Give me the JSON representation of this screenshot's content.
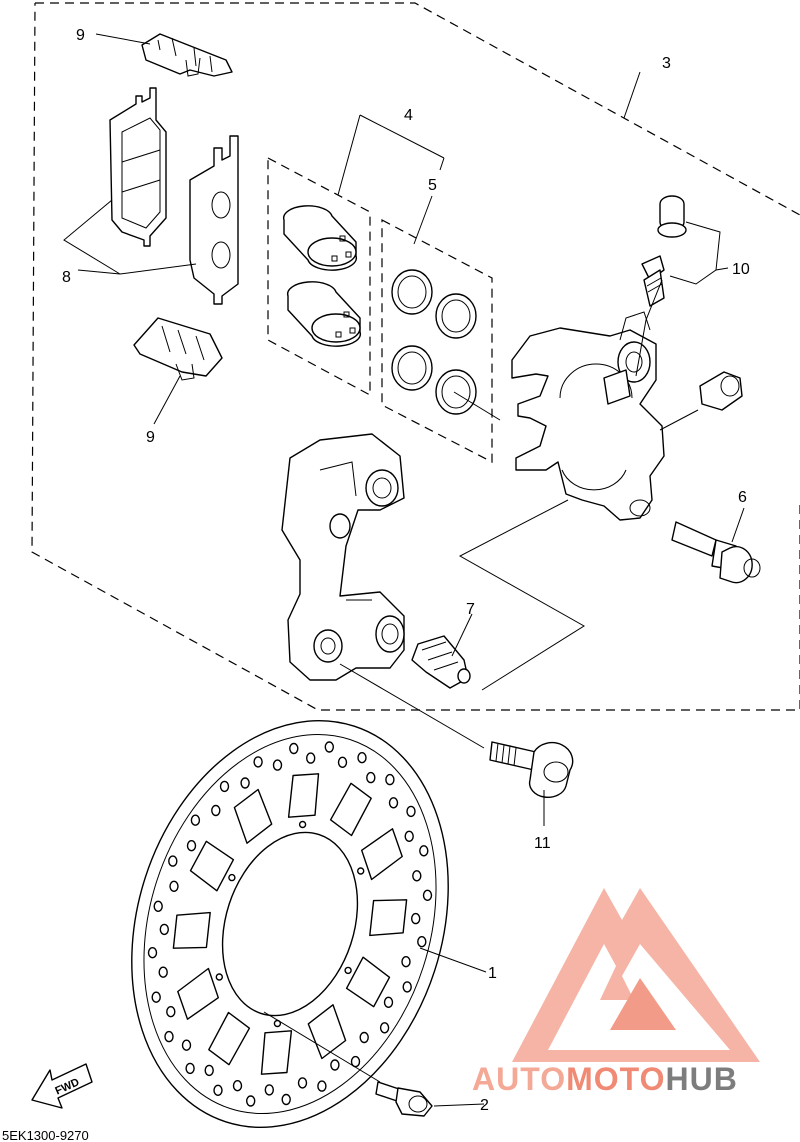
{
  "callouts": {
    "c1": "1",
    "c2": "2",
    "c3": "3",
    "c4": "4",
    "c5": "5",
    "c6": "6",
    "c7": "7",
    "c8": "8",
    "c9a": "9",
    "c9b": "9",
    "c10": "10",
    "c11": "11"
  },
  "fwd_label": "FWD",
  "diagram_code": "5EK1300-9270",
  "watermark": {
    "word_a": "AUTO",
    "word_b": "MOTO",
    "word_c": "HUB",
    "color_light": "#f4a896",
    "color_mid": "#f08a74",
    "color_dark": "#7d7d7d"
  },
  "icons": {
    "fwd_arrow": "arrow-down-left-icon",
    "logo": "triangle-logo-icon"
  }
}
